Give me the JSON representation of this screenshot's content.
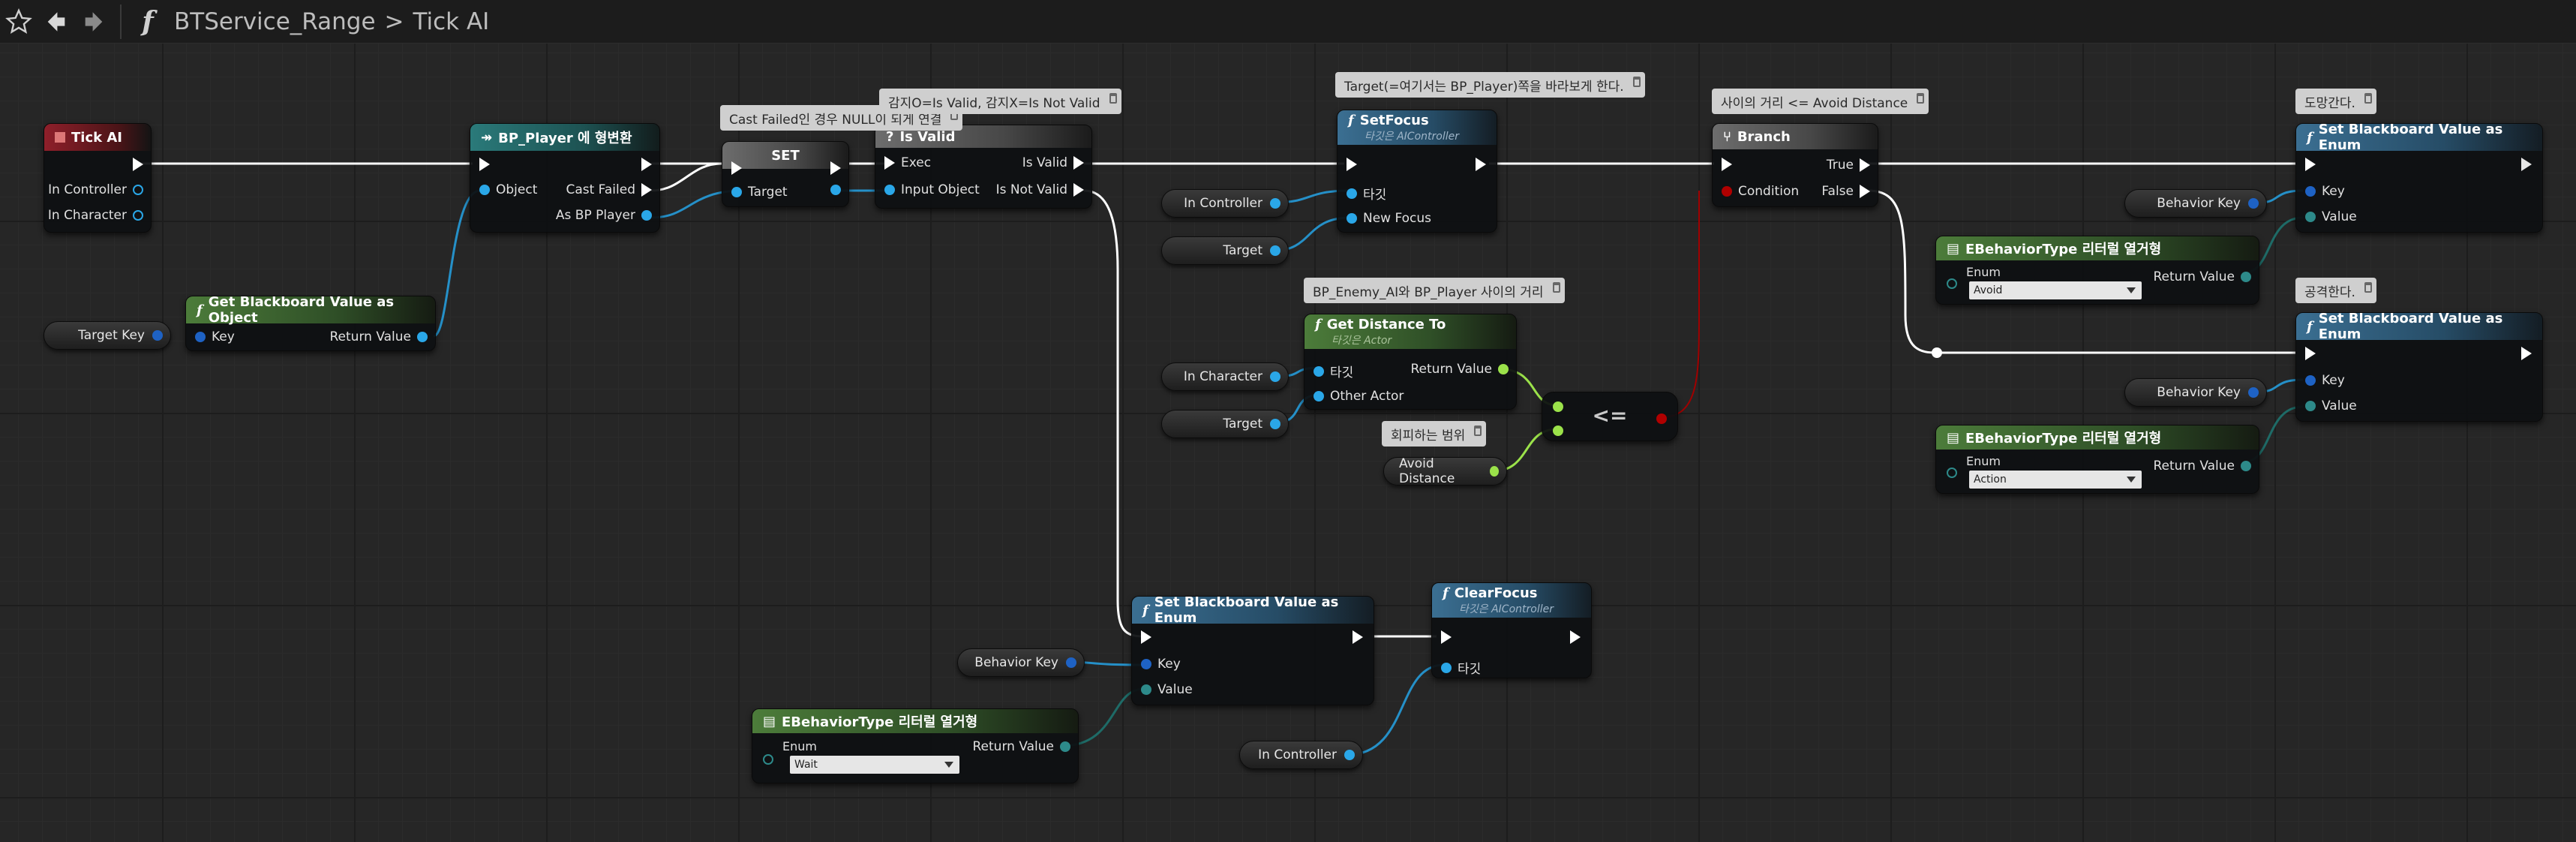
{
  "toolbar": {
    "star_icon": "star-outline-icon",
    "back_icon": "back-arrow-icon",
    "forward_icon": "forward-arrow-icon",
    "function_glyph": "f",
    "breadcrumb_root": "BTService_Range",
    "breadcrumb_sep": ">",
    "breadcrumb_leaf": "Tick AI"
  },
  "colors": {
    "exec": "#ffffff",
    "object_pin": "#2aa7e8",
    "struct_pin": "#2d8a8a",
    "float_pin": "#9be24a",
    "bool_pin": "#b00000",
    "wire_object": "#2590c8",
    "wire_enum": "#1e6b67"
  },
  "comments": {
    "cast_failed": "Cast Failed인 경우 NULL이 되게 연결",
    "is_valid_note": "감지O=Is Valid, 감지X=Is Not Valid",
    "setfocus_note": "Target(=여기서는 BP_Player)쪽을 바라보게 한다.",
    "distance_note": "BP_Enemy_AI와 BP_Player 사이의 거리",
    "range_note": "회피하는 범위",
    "branch_note": "사이의 거리 <= Avoid Distance",
    "flee_note": "도망간다.",
    "attack_note": "공격한다."
  },
  "nodes": {
    "tick_ai": {
      "title": "Tick AI",
      "pin1": "In Controller",
      "pin2": "In Character"
    },
    "get_bb_obj": {
      "title": "Get Blackboard Value as Object",
      "key": "Key",
      "ret": "Return Value"
    },
    "cast": {
      "title": "BP_Player 에 형변환",
      "object": "Object",
      "cast_failed": "Cast Failed",
      "as_player": "As BP Player"
    },
    "set": {
      "title": "SET",
      "target": "Target"
    },
    "is_valid": {
      "title": "Is Valid",
      "exec": "Exec",
      "is_valid": "Is Valid",
      "input": "Input Object",
      "not_valid": "Is Not Valid"
    },
    "set_focus": {
      "title": "SetFocus",
      "subtitle": "타깃은 AIController",
      "target": "타깃",
      "new_focus": "New Focus"
    },
    "get_distance": {
      "title": "Get Distance To",
      "subtitle": "타깃은 Actor",
      "target": "타깃",
      "other": "Other Actor",
      "ret": "Return Value"
    },
    "compare": {
      "op": "<="
    },
    "branch": {
      "title": "Branch",
      "true": "True",
      "condition": "Condition",
      "false": "False"
    },
    "set_bb_enum_1": {
      "title": "Set Blackboard Value as Enum",
      "key": "Key",
      "value": "Value"
    },
    "set_bb_enum_2": {
      "title": "Set Blackboard Value as Enum",
      "key": "Key",
      "value": "Value"
    },
    "set_bb_enum_3": {
      "title": "Set Blackboard Value as Enum",
      "key": "Key",
      "value": "Value"
    },
    "enum_lit_1": {
      "title": "EBehaviorType 리터럴 열거형",
      "enum": "Enum",
      "ret": "Return Value",
      "selected": "Avoid"
    },
    "enum_lit_2": {
      "title": "EBehaviorType 리터럴 열거형",
      "enum": "Enum",
      "ret": "Return Value",
      "selected": "Action"
    },
    "enum_lit_3": {
      "title": "EBehaviorType 리터럴 열거형",
      "enum": "Enum",
      "ret": "Return Value",
      "selected": "Wait"
    },
    "clear_focus": {
      "title": "ClearFocus",
      "subtitle": "타깃은 AIController",
      "target": "타깃"
    }
  },
  "vars": {
    "target_key": "Target Key",
    "in_controller_1": "In Controller",
    "target_1": "Target",
    "in_character": "In Character",
    "target_2": "Target",
    "avoid_distance": "Avoid Distance",
    "behavior_key_1": "Behavior Key",
    "behavior_key_2": "Behavior Key",
    "behavior_key_3": "Behavior Key",
    "in_controller_2": "In Controller"
  }
}
